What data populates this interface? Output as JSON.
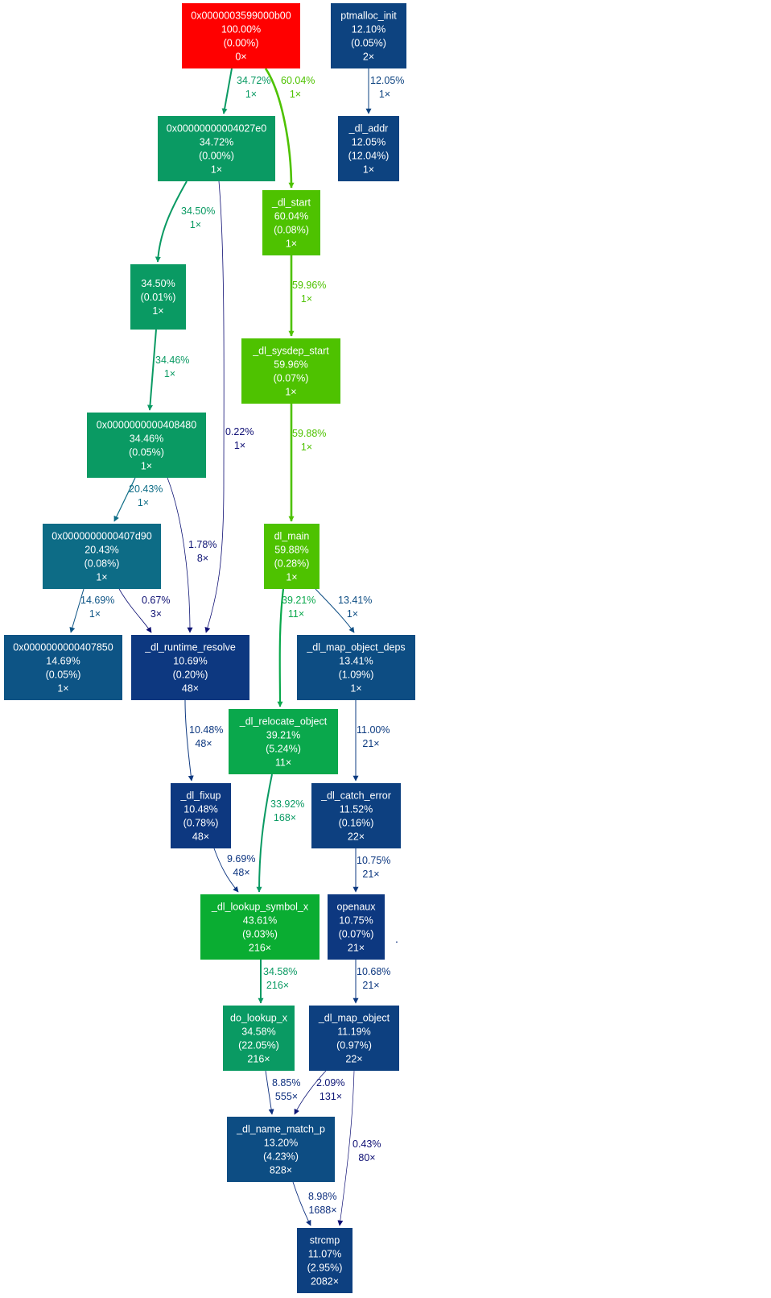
{
  "nodes": [
    {
      "id": "root",
      "lines": [
        "0x0000003599000b00",
        "100.00%",
        "(0.00%)",
        "0×"
      ],
      "color": "#ff0000"
    },
    {
      "id": "ptm",
      "lines": [
        "ptmalloc_init",
        "12.10%",
        "(0.05%)",
        "2×"
      ],
      "color": "#0d4380"
    },
    {
      "id": "dladdr",
      "lines": [
        "_dl_addr",
        "12.05%",
        "(12.04%)",
        "1×"
      ],
      "color": "#0d4380"
    },
    {
      "id": "n27e0",
      "lines": [
        "0x00000000004027e0",
        "34.72%",
        "(0.00%)",
        "1×"
      ],
      "color": "#0a9a63"
    },
    {
      "id": "dlstart",
      "lines": [
        "_dl_start",
        "60.04%",
        "(0.08%)",
        "1×"
      ],
      "color": "#4ec200"
    },
    {
      "id": "anon",
      "lines": [
        "34.50%",
        "(0.01%)",
        "1×"
      ],
      "color": "#0a9a63"
    },
    {
      "id": "sysdep",
      "lines": [
        "_dl_sysdep_start",
        "59.96%",
        "(0.07%)",
        "1×"
      ],
      "color": "#4ec200"
    },
    {
      "id": "n8480",
      "lines": [
        "0x0000000000408480",
        "34.46%",
        "(0.05%)",
        "1×"
      ],
      "color": "#0a9a63"
    },
    {
      "id": "n7d90",
      "lines": [
        "0x0000000000407d90",
        "20.43%",
        "(0.08%)",
        "1×"
      ],
      "color": "#0d6c86"
    },
    {
      "id": "dlmain",
      "lines": [
        "dl_main",
        "59.88%",
        "(0.28%)",
        "1×"
      ],
      "color": "#4ec200"
    },
    {
      "id": "n7850",
      "lines": [
        "0x0000000000407850",
        "14.69%",
        "(0.05%)",
        "1×"
      ],
      "color": "#0d5485"
    },
    {
      "id": "rtres",
      "lines": [
        "_dl_runtime_resolve",
        "10.69%",
        "(0.20%)",
        "48×"
      ],
      "color": "#0d3880"
    },
    {
      "id": "mapdeps",
      "lines": [
        "_dl_map_object_deps",
        "13.41%",
        "(1.09%)",
        "1×"
      ],
      "color": "#0d4d83"
    },
    {
      "id": "reloc",
      "lines": [
        "_dl_relocate_object",
        "39.21%",
        "(5.24%)",
        "11×"
      ],
      "color": "#0aa84c"
    },
    {
      "id": "fixup",
      "lines": [
        "_dl_fixup",
        "10.48%",
        "(0.78%)",
        "48×"
      ],
      "color": "#0d3880"
    },
    {
      "id": "catch",
      "lines": [
        "_dl_catch_error",
        "11.52%",
        "(0.16%)",
        "22×"
      ],
      "color": "#0d4080"
    },
    {
      "id": "lookup",
      "lines": [
        "_dl_lookup_symbol_x",
        "43.61%",
        "(9.03%)",
        "216×"
      ],
      "color": "#0aad32"
    },
    {
      "id": "openaux",
      "lines": [
        "openaux",
        "10.75%",
        "(0.07%)",
        "21×"
      ],
      "color": "#0d3880"
    },
    {
      "id": "dolookup",
      "lines": [
        "do_lookup_x",
        "34.58%",
        "(22.05%)",
        "216×"
      ],
      "color": "#0a9a63"
    },
    {
      "id": "mapobj",
      "lines": [
        "_dl_map_object",
        "11.19%",
        "(0.97%)",
        "22×"
      ],
      "color": "#0d4080"
    },
    {
      "id": "namematch",
      "lines": [
        "_dl_name_match_p",
        "13.20%",
        "(4.23%)",
        "828×"
      ],
      "color": "#0d4d83"
    },
    {
      "id": "strcmp",
      "lines": [
        "strcmp",
        "11.07%",
        "(2.95%)",
        "2082×"
      ],
      "color": "#0d4080"
    }
  ],
  "edges": [
    {
      "from": "root",
      "to": "n27e0",
      "pct": "34.72%",
      "calls": "1×",
      "color": "#0a9a63"
    },
    {
      "from": "root",
      "to": "dlstart",
      "pct": "60.04%",
      "calls": "1×",
      "color": "#4ec200"
    },
    {
      "from": "ptm",
      "to": "dladdr",
      "pct": "12.05%",
      "calls": "1×",
      "color": "#0d4380"
    },
    {
      "from": "n27e0",
      "to": "anon",
      "pct": "34.50%",
      "calls": "1×",
      "color": "#0a9a63"
    },
    {
      "from": "n27e0",
      "to": "rtres",
      "pct": "0.22%",
      "calls": "1×",
      "color": "#0d0d73"
    },
    {
      "from": "dlstart",
      "to": "sysdep",
      "pct": "59.96%",
      "calls": "1×",
      "color": "#4ec200"
    },
    {
      "from": "anon",
      "to": "n8480",
      "pct": "34.46%",
      "calls": "1×",
      "color": "#0a9a63"
    },
    {
      "from": "sysdep",
      "to": "dlmain",
      "pct": "59.88%",
      "calls": "1×",
      "color": "#4ec200"
    },
    {
      "from": "n8480",
      "to": "n7d90",
      "pct": "20.43%",
      "calls": "1×",
      "color": "#0d6c86"
    },
    {
      "from": "n8480",
      "to": "rtres",
      "pct": "1.78%",
      "calls": "8×",
      "color": "#0d1374"
    },
    {
      "from": "n7d90",
      "to": "n7850",
      "pct": "14.69%",
      "calls": "1×",
      "color": "#0d5485"
    },
    {
      "from": "n7d90",
      "to": "rtres",
      "pct": "0.67%",
      "calls": "3×",
      "color": "#0d0f73"
    },
    {
      "from": "dlmain",
      "to": "reloc",
      "pct": "39.21%",
      "calls": "11×",
      "color": "#0aa84c"
    },
    {
      "from": "dlmain",
      "to": "mapdeps",
      "pct": "13.41%",
      "calls": "1×",
      "color": "#0d4d83"
    },
    {
      "from": "rtres",
      "to": "fixup",
      "pct": "10.48%",
      "calls": "48×",
      "color": "#0d3880"
    },
    {
      "from": "mapdeps",
      "to": "catch",
      "pct": "11.00%",
      "calls": "21×",
      "color": "#0d3b80"
    },
    {
      "from": "reloc",
      "to": "lookup",
      "pct": "33.92%",
      "calls": "168×",
      "color": "#0a9a63"
    },
    {
      "from": "fixup",
      "to": "lookup",
      "pct": "9.69%",
      "calls": "48×",
      "color": "#0d3580"
    },
    {
      "from": "catch",
      "to": "openaux",
      "pct": "10.75%",
      "calls": "21×",
      "color": "#0d3880"
    },
    {
      "from": "lookup",
      "to": "dolookup",
      "pct": "34.58%",
      "calls": "216×",
      "color": "#0a9a63"
    },
    {
      "from": "openaux",
      "to": "mapobj",
      "pct": "10.68%",
      "calls": "21×",
      "color": "#0d3880"
    },
    {
      "from": "dolookup",
      "to": "namematch",
      "pct": "8.85%",
      "calls": "555×",
      "color": "#0d2f7e"
    },
    {
      "from": "mapobj",
      "to": "namematch",
      "pct": "2.09%",
      "calls": "131×",
      "color": "#0d1575"
    },
    {
      "from": "mapobj",
      "to": "strcmp",
      "pct": "0.43%",
      "calls": "80×",
      "color": "#0d0e73"
    },
    {
      "from": "namematch",
      "to": "strcmp",
      "pct": "8.98%",
      "calls": "1688×",
      "color": "#0d2f7e"
    }
  ],
  "stray_mark": "."
}
